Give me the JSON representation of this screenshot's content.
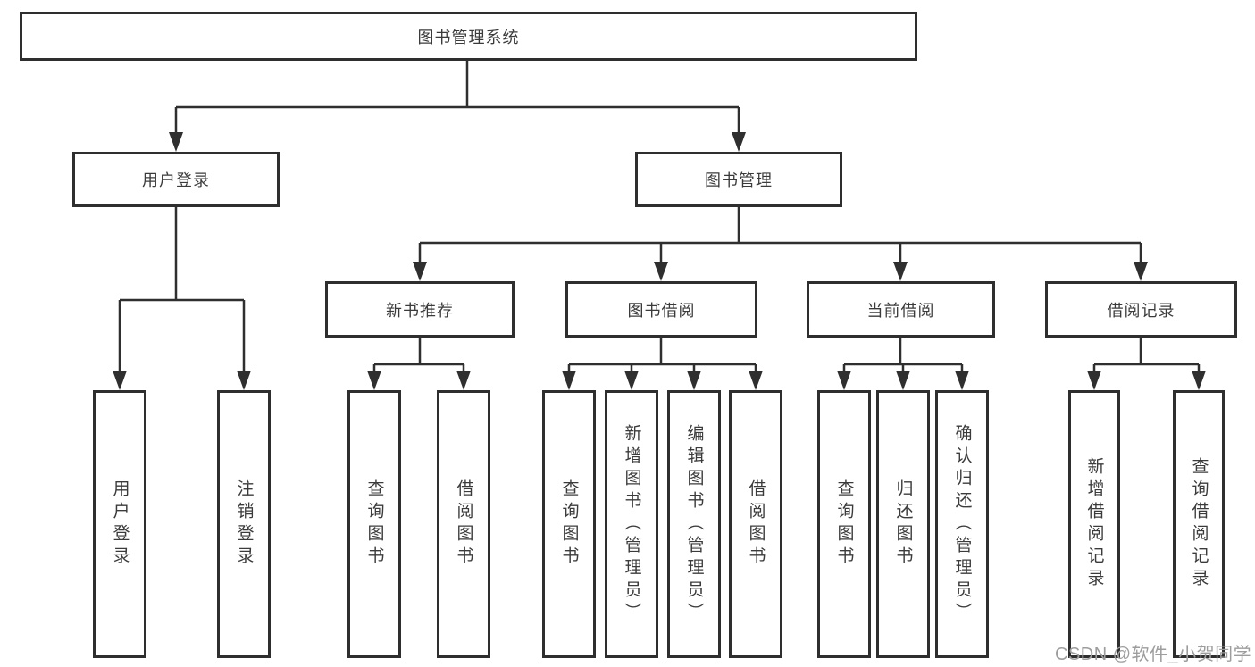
{
  "diagram": {
    "root": {
      "label": "图书管理系统"
    },
    "branches": [
      {
        "label": "用户登录",
        "children": [
          "用户登录",
          "注销登录"
        ]
      },
      {
        "label": "图书管理",
        "children": [
          {
            "label": "新书推荐",
            "children": [
              "查询图书",
              "借阅图书"
            ]
          },
          {
            "label": "图书借阅",
            "children": [
              "查询图书",
              "新增图书（管理员）",
              "编辑图书（管理员）",
              "借阅图书"
            ]
          },
          {
            "label": "当前借阅",
            "children": [
              "查询图书",
              "归还图书",
              "确认归还（管理员）"
            ]
          },
          {
            "label": "借阅记录",
            "children": [
              "新增借阅记录",
              "查询借阅记录"
            ]
          }
        ]
      }
    ]
  },
  "watermark": {
    "text": "CSDN @软件_小贺同学"
  },
  "colors": {
    "line": "#2f2f2f",
    "box_border": "#2e2e2e",
    "text": "#3b3b3b",
    "watermark": "#9d9d9d",
    "background": "#ffffff"
  }
}
